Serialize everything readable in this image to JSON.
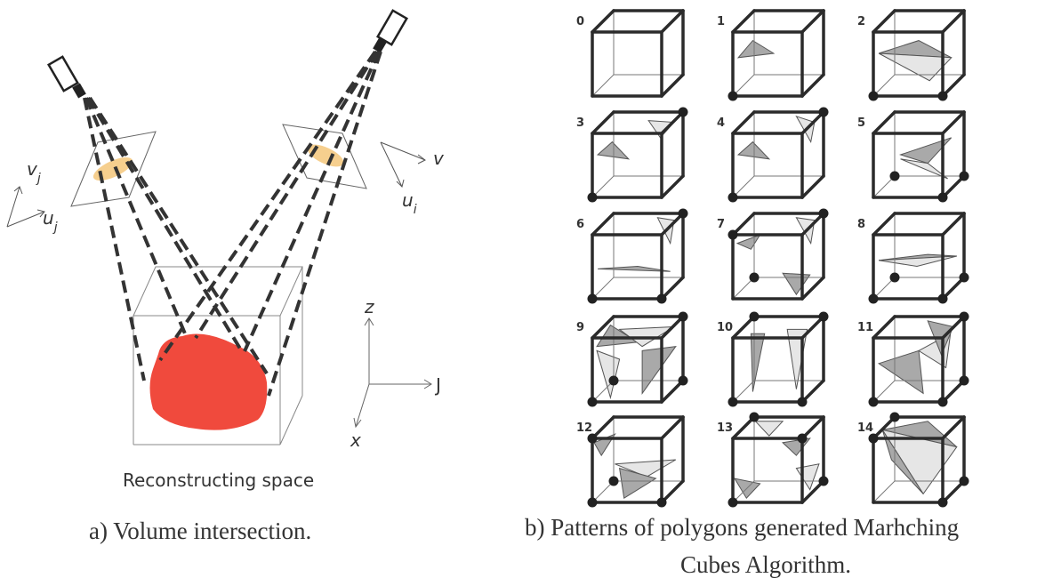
{
  "figure_a": {
    "caption": "a) Volume intersection.",
    "space_label": "Reconstructing space",
    "axes": {
      "z": "z",
      "j": "J",
      "x": "x"
    },
    "camera_left_axes": {
      "v": "v",
      "v_sub": "j",
      "u": "u",
      "u_sub": "j"
    },
    "camera_right_axes": {
      "v": "v",
      "u": "u",
      "u_sub": "i"
    },
    "colors": {
      "object": "#f04a3d",
      "silhouette": "#f6cf8e",
      "lines": "#333333"
    }
  },
  "figure_b": {
    "caption_line1": "b) Patterns of polygons generated Marhching",
    "caption_line2": "Cubes Algorithm.",
    "cases": [
      {
        "num": "0",
        "black": [],
        "tris": []
      },
      {
        "num": "1",
        "black": [
          0
        ],
        "tris": [
          [
            0.06,
            0.55,
            0.22,
            0.35,
            0.45,
            0.5
          ]
        ]
      },
      {
        "num": "2",
        "black": [
          0,
          1
        ],
        "tris": [
          [
            0.06,
            0.5,
            0.5,
            0.35,
            0.86,
            0.55
          ],
          [
            0.06,
            0.5,
            0.86,
            0.55,
            0.62,
            0.82
          ]
        ]
      },
      {
        "num": "3",
        "black": [
          0,
          6
        ],
        "tris": [
          [
            0.06,
            0.5,
            0.22,
            0.35,
            0.4,
            0.55
          ],
          [
            0.62,
            0.1,
            0.9,
            0.12,
            0.75,
            0.3
          ]
        ]
      },
      {
        "num": "4",
        "black": [
          0,
          6
        ],
        "tris": [
          [
            0.06,
            0.5,
            0.22,
            0.35,
            0.4,
            0.55
          ],
          [
            0.7,
            0.05,
            0.9,
            0.12,
            0.86,
            0.35
          ]
        ]
      },
      {
        "num": "5",
        "black": [
          1,
          2,
          3
        ],
        "tris": [
          [
            0.3,
            0.5,
            0.86,
            0.3,
            0.6,
            0.6
          ],
          [
            0.3,
            0.55,
            0.6,
            0.6,
            0.82,
            0.78
          ]
        ]
      },
      {
        "num": "6",
        "black": [
          0,
          1,
          6
        ],
        "tris": [
          [
            0.06,
            0.65,
            0.5,
            0.62,
            0.86,
            0.68
          ],
          [
            0.72,
            0.05,
            0.9,
            0.08,
            0.86,
            0.35
          ]
        ]
      },
      {
        "num": "7",
        "black": [
          3,
          4,
          6
        ],
        "tris": [
          [
            0.05,
            0.35,
            0.3,
            0.25,
            0.2,
            0.42
          ],
          [
            0.7,
            0.05,
            0.9,
            0.08,
            0.86,
            0.35
          ],
          [
            0.55,
            0.7,
            0.85,
            0.72,
            0.7,
            0.95
          ]
        ]
      },
      {
        "num": "8",
        "black": [
          0,
          1,
          2,
          3
        ],
        "tris": [
          [
            0.06,
            0.55,
            0.6,
            0.48,
            0.92,
            0.5
          ],
          [
            0.06,
            0.55,
            0.92,
            0.5,
            0.48,
            0.62
          ]
        ]
      },
      {
        "num": "9",
        "black": [
          0,
          2,
          3,
          6
        ],
        "tris": [
          [
            0.05,
            0.35,
            0.2,
            0.1,
            0.5,
            0.3
          ],
          [
            0.05,
            0.4,
            0.3,
            0.5,
            0.2,
            0.95
          ],
          [
            0.55,
            0.4,
            0.92,
            0.35,
            0.55,
            0.9
          ],
          [
            0.3,
            0.15,
            0.9,
            0.12,
            0.55,
            0.35
          ]
        ]
      },
      {
        "num": "10",
        "black": [
          0,
          1,
          6,
          7
        ],
        "tris": [
          [
            0.2,
            0.2,
            0.35,
            0.2,
            0.22,
            0.88
          ],
          [
            0.6,
            0.15,
            0.82,
            0.15,
            0.7,
            0.85
          ]
        ]
      },
      {
        "num": "11",
        "black": [
          0,
          1,
          2,
          6
        ],
        "tris": [
          [
            0.06,
            0.55,
            0.5,
            0.4,
            0.55,
            0.9
          ],
          [
            0.5,
            0.4,
            0.85,
            0.2,
            0.8,
            0.6
          ],
          [
            0.6,
            0.05,
            0.88,
            0.12,
            0.75,
            0.45
          ]
        ]
      },
      {
        "num": "12",
        "black": [
          0,
          1,
          3,
          4
        ],
        "tris": [
          [
            0.02,
            0.3,
            0.25,
            0.2,
            0.1,
            0.45
          ],
          [
            0.25,
            0.55,
            0.92,
            0.5,
            0.6,
            0.7
          ],
          [
            0.3,
            0.6,
            0.7,
            0.72,
            0.35,
            0.95
          ]
        ]
      },
      {
        "num": "13",
        "black": [
          0,
          2,
          5,
          7
        ],
        "tris": [
          [
            0.02,
            0.72,
            0.3,
            0.78,
            0.15,
            0.95
          ],
          [
            0.25,
            0.05,
            0.55,
            0.05,
            0.4,
            0.22
          ],
          [
            0.55,
            0.3,
            0.85,
            0.25,
            0.7,
            0.45
          ],
          [
            0.7,
            0.6,
            0.95,
            0.55,
            0.85,
            0.85
          ]
        ]
      },
      {
        "num": "14",
        "black": [
          1,
          2,
          4,
          7
        ],
        "tris": [
          [
            0.1,
            0.15,
            0.6,
            0.05,
            0.92,
            0.35
          ],
          [
            0.1,
            0.15,
            0.92,
            0.35,
            0.55,
            0.9
          ],
          [
            0.1,
            0.15,
            0.55,
            0.9,
            0.2,
            0.5
          ]
        ]
      }
    ],
    "colors": {
      "cube_edge": "#2b2b2b",
      "poly_fill": "#a9a9a9",
      "poly_light": "#e6e6e6",
      "vertex_black": "#222222",
      "vertex_white": "#ffffff"
    }
  }
}
